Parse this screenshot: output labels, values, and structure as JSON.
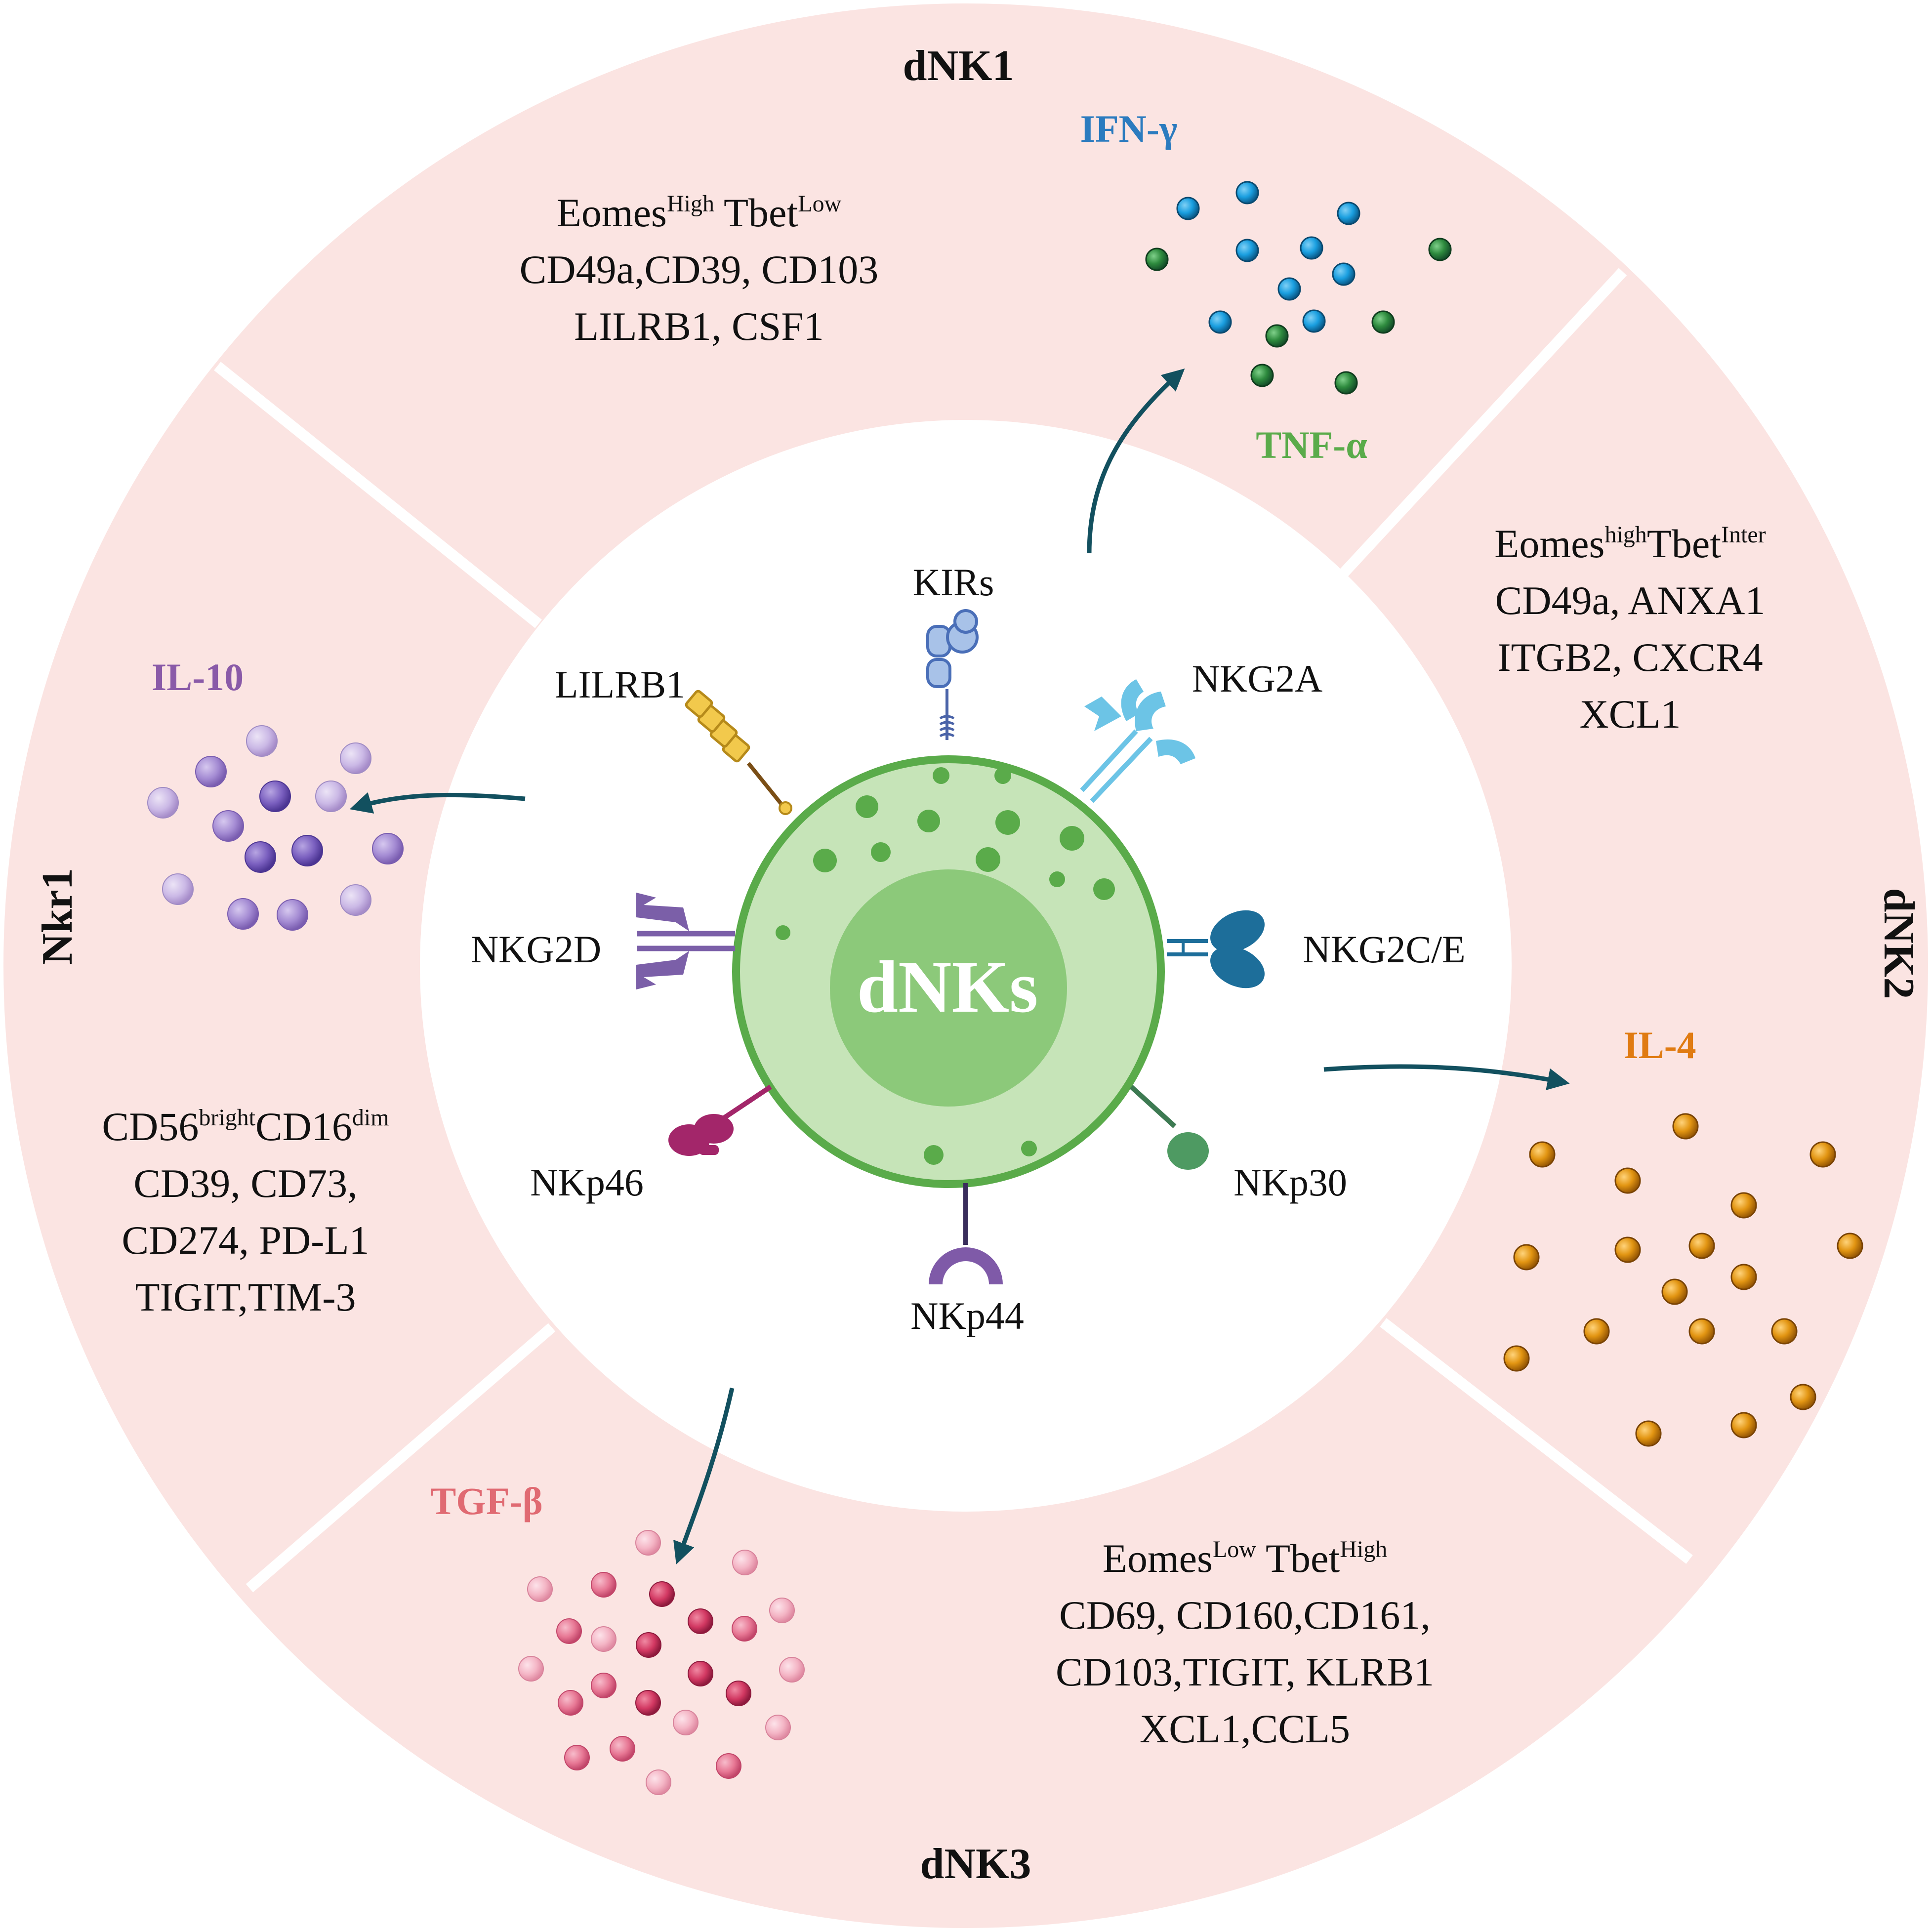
{
  "colors": {
    "ring": "#fbe4e2",
    "gap": "#ffffff",
    "cell_fill": "#c6e4b8",
    "cell_stroke": "#5aab4a",
    "nucleus": "#8cc97a",
    "granule": "#5aab4a",
    "arrow": "#12505f",
    "ifn": "#2b7bbf",
    "tnf": "#5aab4a",
    "il10": "#8a5aa8",
    "il4": "#e07b12",
    "tgf": "#e06a72"
  },
  "center": {
    "label": "dNKs"
  },
  "subsets": {
    "dnk1": {
      "title": "dNK1",
      "marker_lines": [
        [
          {
            "t": "Eomes"
          },
          {
            "t": "High",
            "sup": true
          },
          {
            "t": " Tbet"
          },
          {
            "t": "Low",
            "sup": true
          }
        ],
        [
          {
            "t": "CD49a,CD39, CD103"
          }
        ],
        [
          {
            "t": "LILRB1, CSF1"
          }
        ]
      ]
    },
    "dnk2": {
      "title": "dNK2",
      "marker_lines": [
        [
          {
            "t": "Eomes"
          },
          {
            "t": "high",
            "sup": true
          },
          {
            "t": "Tbet"
          },
          {
            "t": "Inter",
            "sup": true
          }
        ],
        [
          {
            "t": "CD49a, ANXA1"
          }
        ],
        [
          {
            "t": "ITGB2, CXCR4"
          }
        ],
        [
          {
            "t": "XCL1"
          }
        ]
      ]
    },
    "dnk3": {
      "title": "dNK3",
      "marker_lines": [
        [
          {
            "t": "Eomes"
          },
          {
            "t": "Low",
            "sup": true
          },
          {
            "t": " Tbet"
          },
          {
            "t": "High",
            "sup": true
          }
        ],
        [
          {
            "t": "CD69, CD160,CD161,"
          }
        ],
        [
          {
            "t": "CD103,TIGIT, KLRB1"
          }
        ],
        [
          {
            "t": "XCL1,CCL5"
          }
        ]
      ]
    },
    "nkr1": {
      "title": "Nkr1",
      "marker_lines": [
        [
          {
            "t": "CD56"
          },
          {
            "t": "bright",
            "sup": true
          },
          {
            "t": "CD16"
          },
          {
            "t": "dim",
            "sup": true
          }
        ],
        [
          {
            "t": "CD39, CD73,"
          }
        ],
        [
          {
            "t": "CD274, PD-L1"
          }
        ],
        [
          {
            "t": "TIGIT,TIM-3"
          }
        ]
      ]
    }
  },
  "receptors": {
    "kirs": "KIRs",
    "lilrb1": "LILRB1",
    "nkg2a": "NKG2A",
    "nkg2d": "NKG2D",
    "nkg2ce": "NKG2C/E",
    "nkp46": "NKp46",
    "nkp30": "NKp30",
    "nkp44": "NKp44"
  },
  "cytokines": {
    "ifn": "IFN-γ",
    "tnf": "TNF-α",
    "il10": "IL-10",
    "il4": "IL-4",
    "tgf": "TGF-β"
  }
}
